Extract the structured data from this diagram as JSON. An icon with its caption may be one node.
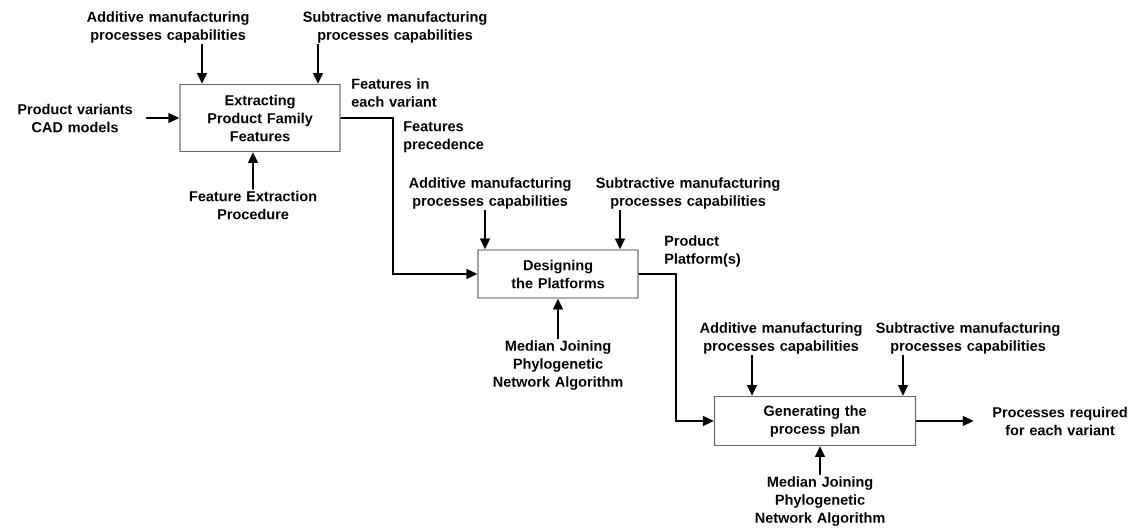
{
  "diagram": {
    "nodes": [
      {
        "text": [
          "Additive manufacturing processes capabilities"
        ]
      },
      {
        "text": [
          "Subtractive manufacturing processes capabilities"
        ]
      },
      {
        "text": [
          "Product variants CAD models"
        ]
      },
      {
        "text": [
          "Extracting Product Family Features"
        ]
      },
      {
        "text": [
          "Feature Extraction Procedure"
        ]
      },
      {
        "text": [
          "Additive manufacturing processes capabilities"
        ]
      },
      {
        "text": [
          "Subtractive manufacturing processes capabilities"
        ]
      },
      {
        "text": [
          "Designing the Platforms"
        ]
      },
      {
        "text": [
          "Median Joining Phylogenetic Network Algorithm"
        ]
      },
      {
        "text": [
          "Additive manufacturing processes capabilities"
        ]
      },
      {
        "text": [
          "Subtractive manufacturing processes capabilities"
        ]
      },
      {
        "text": [
          "Generating the process plan"
        ]
      },
      {
        "text": [
          "Processes required for each variant"
        ]
      },
      {
        "text": [
          "Median Joining Phylogenetic Network Algorithm"
        ]
      }
    ],
    "edges": [
      {
        "from": 0,
        "to": 3,
        "arrow": "to"
      },
      {
        "from": 1,
        "to": 3,
        "arrow": "to"
      },
      {
        "from": 2,
        "to": 3,
        "arrow": "to"
      },
      {
        "from": 4,
        "to": 3,
        "arrow": "to"
      },
      {
        "from": 3,
        "to": 7,
        "arrow": "to",
        "label": "Features in each variant"
      },
      {
        "from": 5,
        "to": 7,
        "arrow": "to"
      },
      {
        "from": 6,
        "to": 7,
        "arrow": "to"
      },
      {
        "from": 8,
        "to": 7,
        "arrow": "to"
      },
      {
        "from": 7,
        "to": 11,
        "arrow": "to",
        "label": "Product Platform(s)"
      },
      {
        "from": 9,
        "to": 11,
        "arrow": "to"
      },
      {
        "from": 10,
        "to": 11,
        "arrow": "to"
      },
      {
        "from": 13,
        "to": 11,
        "arrow": "to"
      },
      {
        "from": 11,
        "to": 12,
        "arrow": "to"
      }
    ],
    "labels": [
      "Features precedence"
    ]
  }
}
